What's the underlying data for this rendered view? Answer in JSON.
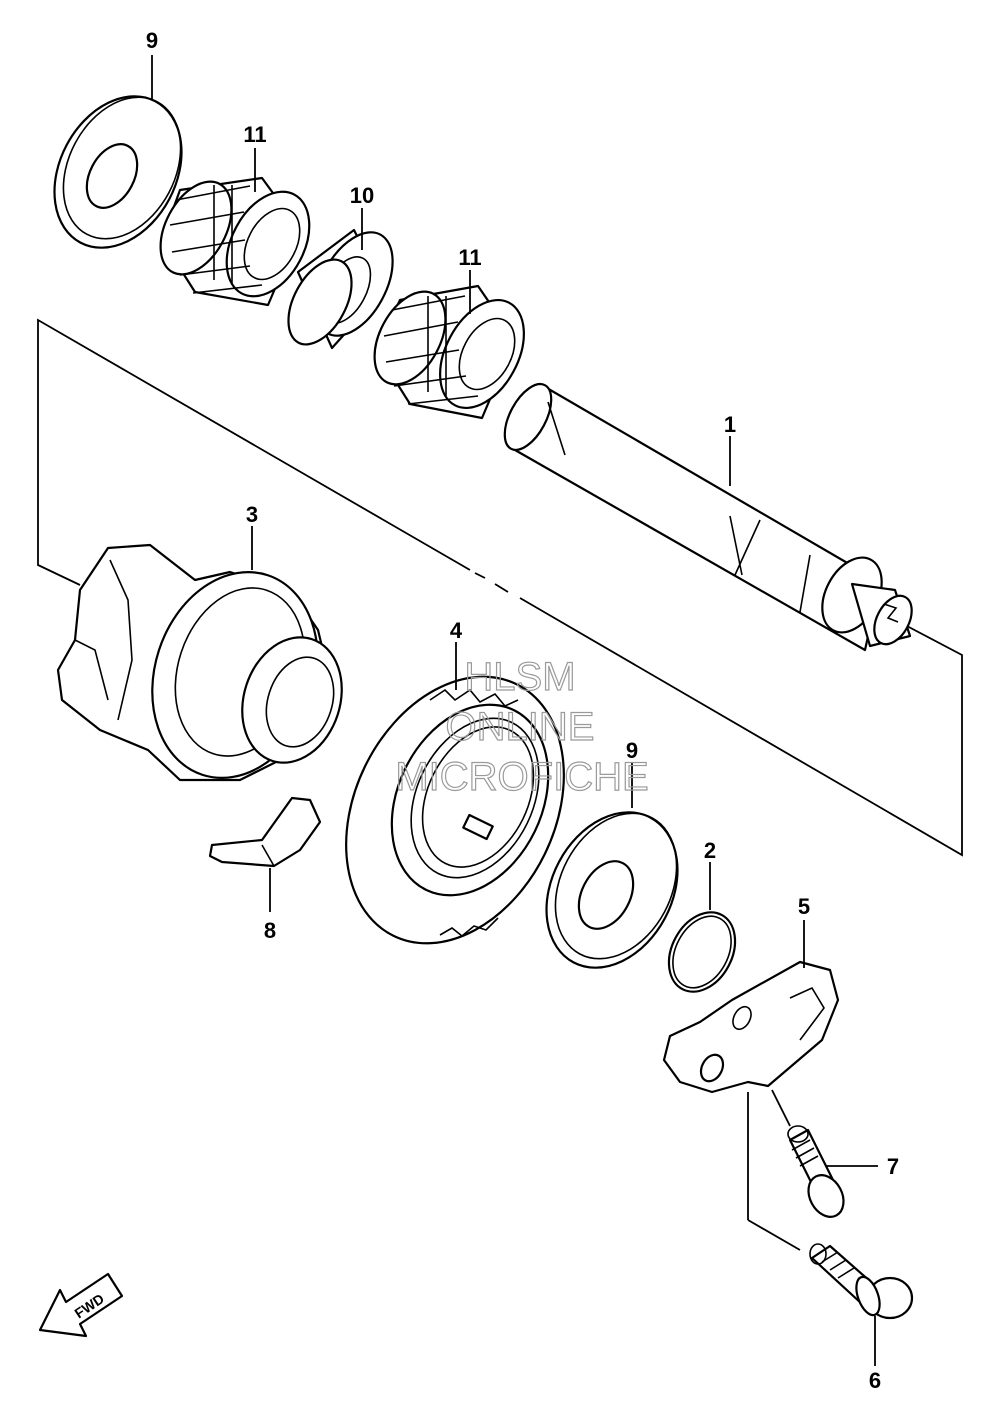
{
  "callouts": {
    "c9_top": "9",
    "c11_left": "11",
    "c10": "10",
    "c11_right": "11",
    "c1": "1",
    "c3": "3",
    "c4": "4",
    "c9_mid": "9",
    "c2": "2",
    "c5": "5",
    "c8": "8",
    "c7": "7",
    "c6": "6"
  },
  "watermark": {
    "line1": "HLSM",
    "line2": "ONLINE",
    "line3": "MICROFICHE"
  },
  "fwd_label": "FWD"
}
